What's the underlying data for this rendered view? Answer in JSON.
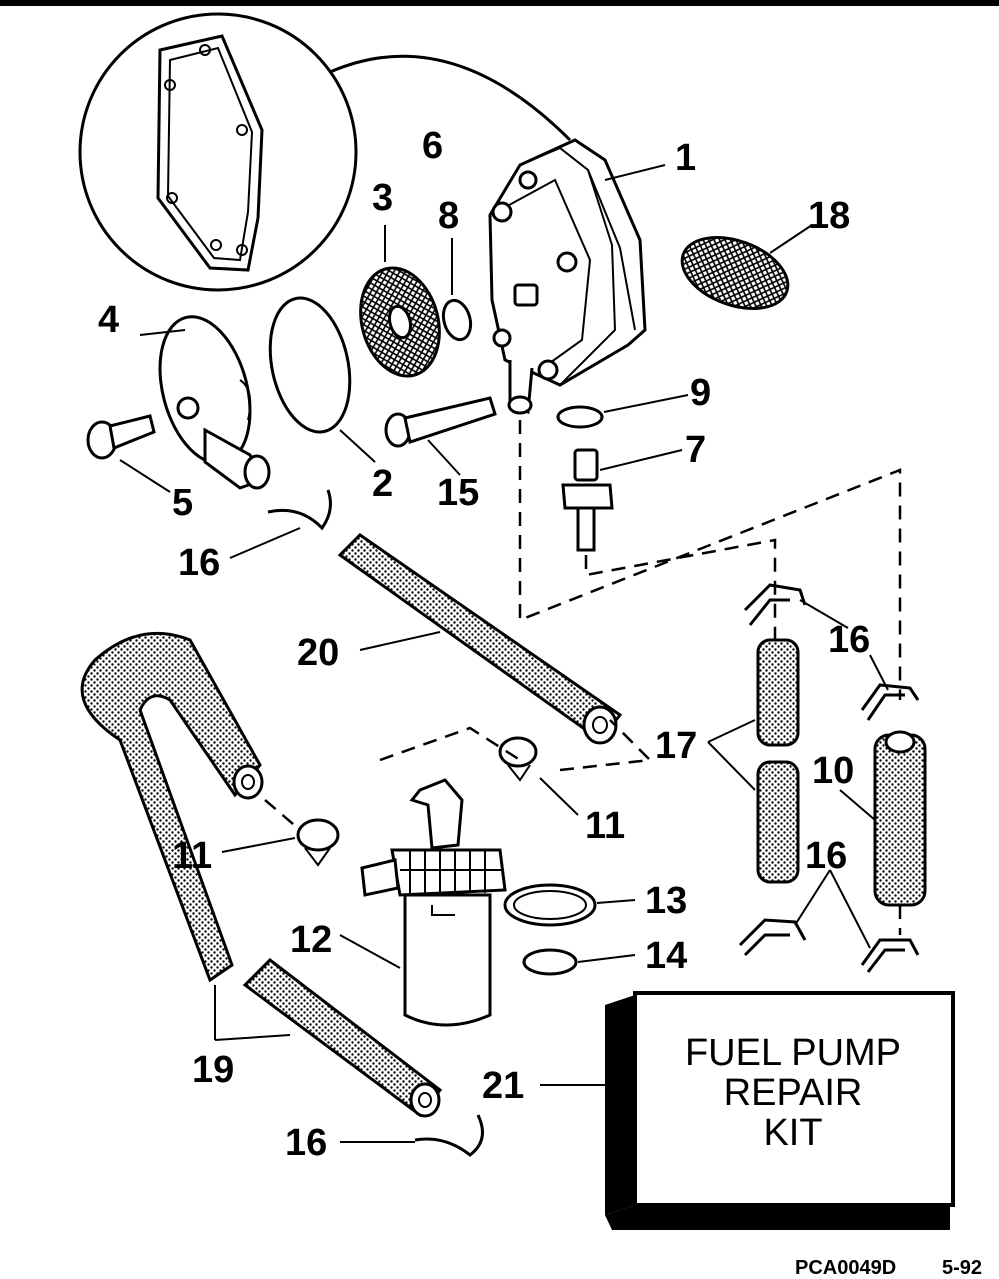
{
  "callouts": {
    "c1": "1",
    "c2": "2",
    "c3": "3",
    "c4": "4",
    "c5": "5",
    "c6": "6",
    "c7": "7",
    "c8": "8",
    "c9": "9",
    "c10": "10",
    "c11a": "11",
    "c11b": "11",
    "c12": "12",
    "c13": "13",
    "c14": "14",
    "c15": "15",
    "c16a": "16",
    "c16b": "16",
    "c16c": "16",
    "c16d": "16",
    "c17": "17",
    "c18": "18",
    "c19": "19",
    "c20": "20",
    "c21": "21"
  },
  "kit_box": {
    "line1": "FUEL PUMP",
    "line2": "REPAIR",
    "line3": "KIT"
  },
  "footer": {
    "drawing_number": "PCA0049D",
    "date_code": "5-92"
  }
}
